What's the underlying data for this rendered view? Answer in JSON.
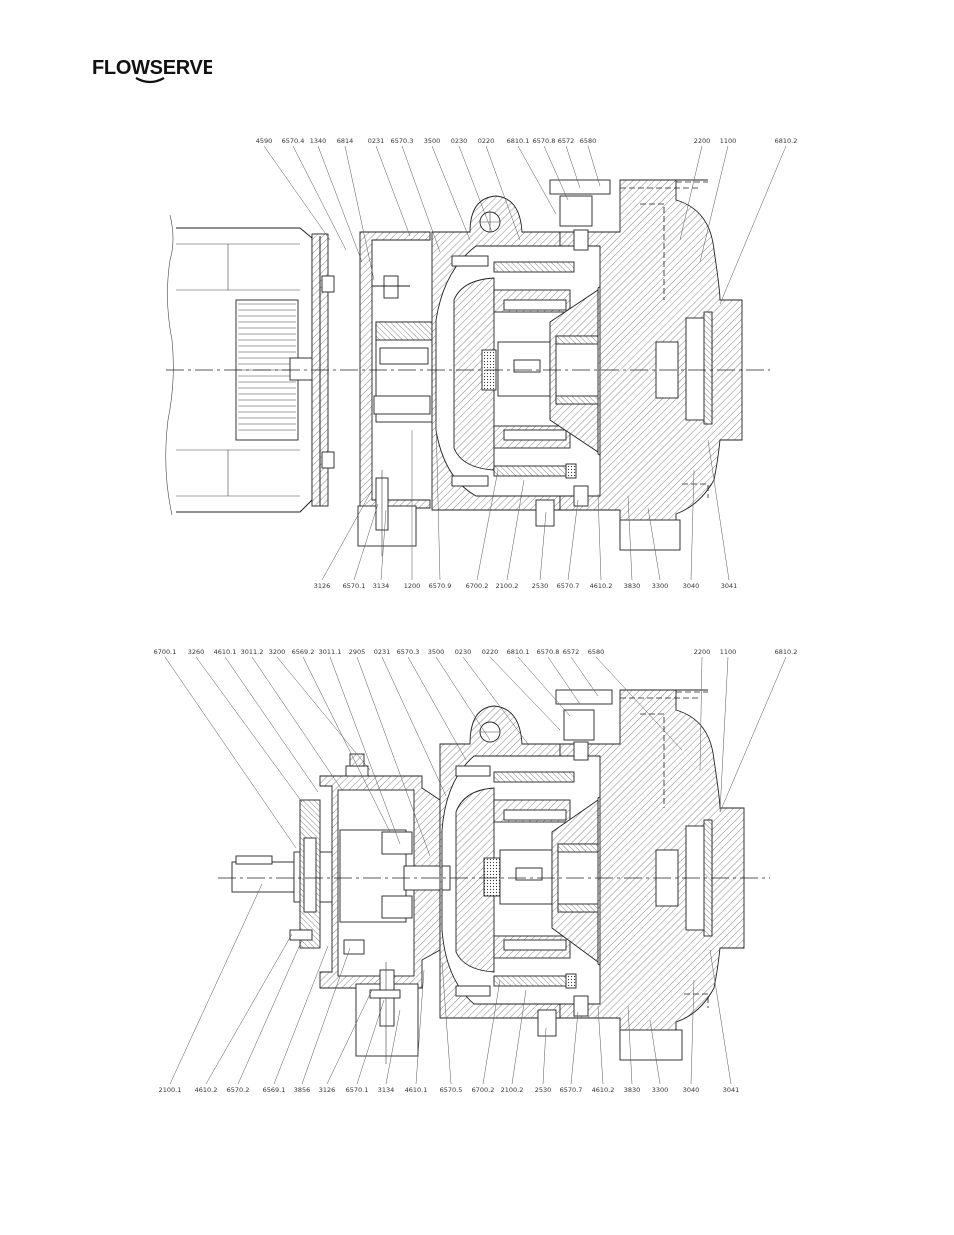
{
  "logo": {
    "text": "FLOWSERVE"
  },
  "drawing_top": {
    "labels_top": [
      "4590",
      "6570.4",
      "1340",
      "6814",
      "0231",
      "6570.3",
      "3500",
      "0230",
      "0220",
      "6810.1",
      "6570.8",
      "6572",
      "6580",
      "2200",
      "1100",
      "6810.2"
    ],
    "labels_bottom": [
      "3126",
      "6570.1",
      "3134",
      "1200",
      "6570.9",
      "6700.2",
      "2100.2",
      "2530",
      "6570.7",
      "4610.2",
      "3830",
      "3300",
      "3040",
      "3041"
    ]
  },
  "drawing_bottom": {
    "labels_top": [
      "6700.1",
      "3260",
      "4610.1",
      "3011.2",
      "3200",
      "6569.2",
      "3011.1",
      "2905",
      "0231",
      "6570.3",
      "3500",
      "0230",
      "0220",
      "6810.1",
      "6570.8",
      "6572",
      "6580",
      "2200",
      "1100",
      "6810.2"
    ],
    "labels_bottom": [
      "2100.1",
      "4610.2",
      "6570.2",
      "6569.1",
      "3856",
      "3126",
      "6570.1",
      "3134",
      "4610.1",
      "6570.5",
      "6700.2",
      "2100.2",
      "2530",
      "6570.7",
      "4610.2",
      "3830",
      "3300",
      "3040",
      "3041"
    ]
  }
}
